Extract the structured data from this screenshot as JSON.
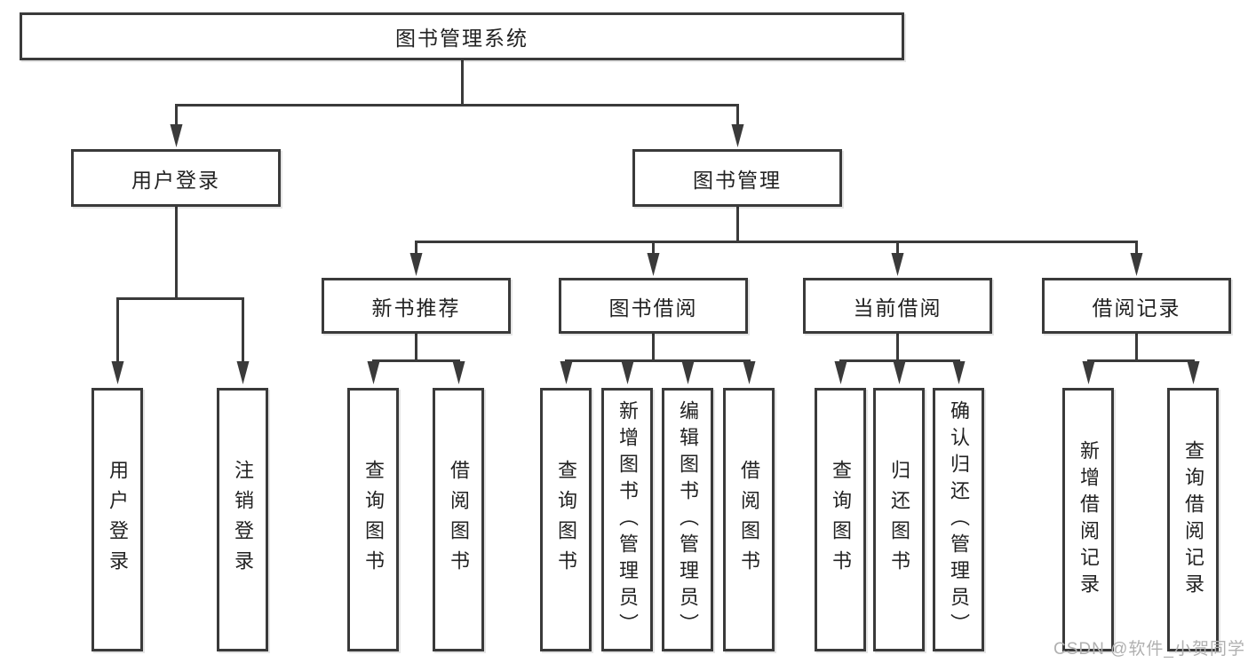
{
  "diagram": {
    "root": {
      "label": "图书管理系统",
      "children": [
        {
          "label": "用户登录",
          "children": [
            {
              "label": "用户登录"
            },
            {
              "label": "注销登录"
            }
          ]
        },
        {
          "label": "图书管理",
          "children": [
            {
              "label": "新书推荐",
              "children": [
                {
                  "label": "查询图书"
                },
                {
                  "label": "借阅图书"
                }
              ]
            },
            {
              "label": "图书借阅",
              "children": [
                {
                  "label": "查询图书"
                },
                {
                  "label": "新增图书（管理员）"
                },
                {
                  "label": "编辑图书（管理员）"
                },
                {
                  "label": "借阅图书"
                }
              ]
            },
            {
              "label": "当前借阅",
              "children": [
                {
                  "label": "查询图书"
                },
                {
                  "label": "归还图书"
                },
                {
                  "label": "确认归还（管理员）"
                }
              ]
            },
            {
              "label": "借阅记录",
              "children": [
                {
                  "label": "新增借阅记录"
                },
                {
                  "label": "查询借阅记录"
                }
              ]
            }
          ]
        }
      ]
    }
  },
  "watermark": "CSDN @软件_小贺同学",
  "colors": {
    "line": "#3a3a3a",
    "text": "#222222",
    "watermark": "#b0b0b0",
    "background": "#ffffff"
  }
}
